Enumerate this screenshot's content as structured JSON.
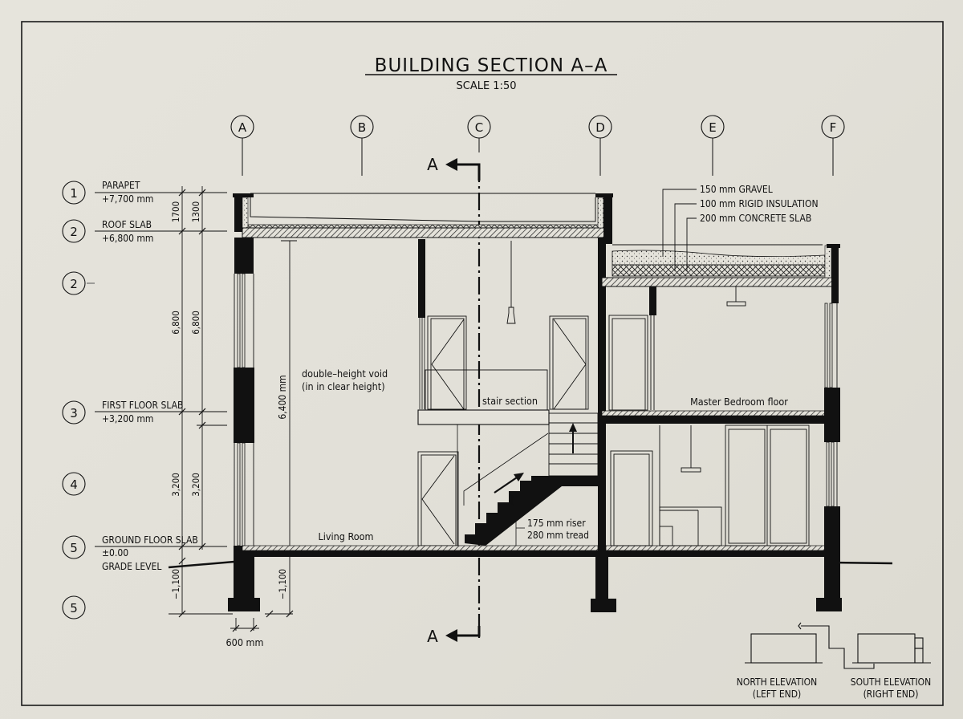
{
  "title": "BUILDING SECTION A–A",
  "scale": "SCALE 1:50",
  "grid_columns": [
    "A",
    "B",
    "C",
    "D",
    "E",
    "F"
  ],
  "section_marker": "A",
  "levels": [
    {
      "bubble": "1",
      "name": "PARAPET",
      "elevation": "+7,700 mm"
    },
    {
      "bubble": "2",
      "name": "ROOF SLAB",
      "elevation": "+6,800 mm"
    },
    {
      "bubble": "2",
      "name": "",
      "elevation": ""
    },
    {
      "bubble": "3",
      "name": "FIRST FLOOR SLAB",
      "elevation": "+3,200 mm"
    },
    {
      "bubble": "4",
      "name": "",
      "elevation": ""
    },
    {
      "bubble": "5",
      "name": "GROUND FLOOR SLAB",
      "elevation": "±0.00",
      "extra": "GRADE LEVEL"
    },
    {
      "bubble": "5",
      "name": "",
      "elevation": ""
    }
  ],
  "dimensions": {
    "outer_top": "1700",
    "inner_top": "1300",
    "outer_mid": "6,800",
    "inner_mid": "6,800",
    "outer_low": "3,200",
    "inner_low": "3,200",
    "foundation_left": "−1,100",
    "foundation_right": "−1,100",
    "clear_height": "6,400 mm",
    "footing_width": "600 mm"
  },
  "roof_layers": [
    "150 mm GRAVEL",
    "100 mm RIGID INSULATION",
    "200 mm CONCRETE SLAB"
  ],
  "annotations": {
    "void_line1": "double–height void",
    "void_line2": "(in in clear height)",
    "stair": "stair section",
    "bedroom": "Master Bedroom floor",
    "living": "Living Room",
    "riser": "175 mm riser",
    "tread": "280 mm tread"
  },
  "key_plan": {
    "north_line1": "NORTH ELEVATION",
    "north_line2": "(LEFT END)",
    "south_line1": "SOUTH ELEVATION",
    "south_line2": "(RIGHT END)"
  }
}
